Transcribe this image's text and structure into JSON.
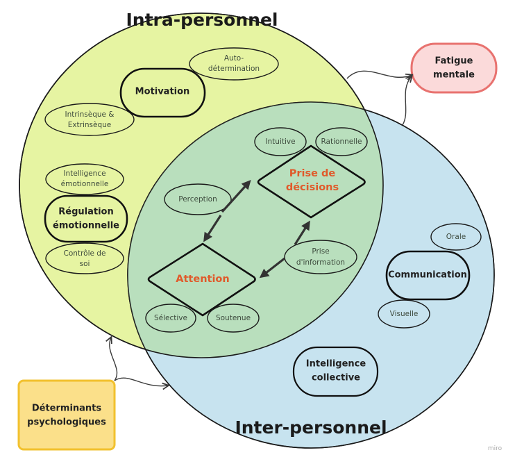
{
  "diagram": {
    "regions": {
      "intra": {
        "title": "Intra-personnel",
        "fill": "#e6f4a2",
        "stroke": "#1a1a1a"
      },
      "inter": {
        "title": "Inter-personnel",
        "fill": "#c7e3ef",
        "stroke": "#1a1a1a"
      },
      "overlap": {
        "fill": "#b9dfbd"
      }
    },
    "intra_nodes": {
      "motivation": {
        "label": "Motivation",
        "subs": [
          {
            "line1": "Auto-",
            "line2": "détermination"
          },
          {
            "line1": "Intrinsèque &",
            "line2": "Extrinsèque"
          }
        ]
      },
      "regulation": {
        "line1": "Régulation",
        "line2": "émotionnelle",
        "subs": [
          {
            "line1": "Intelligence",
            "line2": "émotionnelle"
          },
          {
            "line1": "Contrôle de",
            "line2": "soi"
          }
        ]
      }
    },
    "overlap_nodes": {
      "decision": {
        "line1": "Prise de",
        "line2": "décisions",
        "subs": [
          {
            "label": "Intuitive"
          },
          {
            "label": "Rationnelle"
          }
        ]
      },
      "attention": {
        "label": "Attention",
        "subs": [
          {
            "label": "Sélective"
          },
          {
            "label": "Soutenue"
          }
        ]
      },
      "perception": {
        "label": "Perception"
      },
      "prise_info": {
        "line1": "Prise",
        "line2": "d'information"
      },
      "accent_color": "#e05a2b"
    },
    "inter_nodes": {
      "communication": {
        "label": "Communication",
        "subs": [
          {
            "label": "Orale"
          },
          {
            "label": "Visuelle"
          }
        ]
      },
      "intelligence_collective": {
        "line1": "Intelligence",
        "line2": "collective"
      }
    },
    "outputs": {
      "fatigue": {
        "line1": "Fatigue",
        "line2": "mentale",
        "fill": "#fbdada",
        "stroke": "#e8726f"
      },
      "determinants": {
        "line1": "Déterminants",
        "line2": "psychologiques",
        "fill": "#fbe08a",
        "stroke": "#f2c12e"
      }
    },
    "watermark": "miro"
  }
}
